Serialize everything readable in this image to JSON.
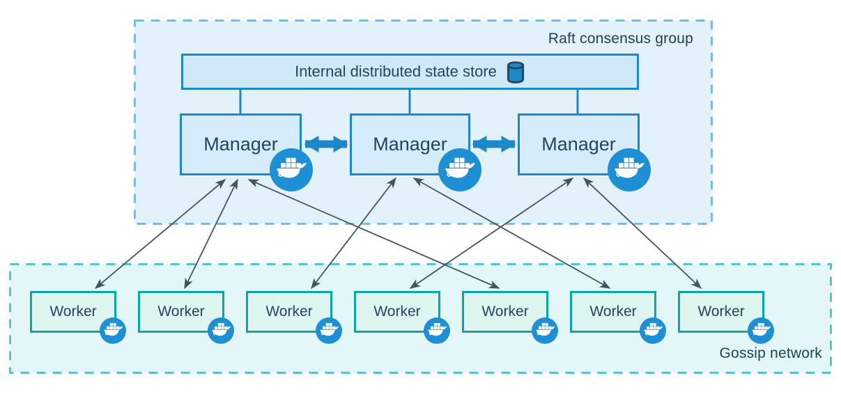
{
  "diagram": {
    "title_context": "Docker swarm mode architecture",
    "raft_group": {
      "label": "Raft consensus group"
    },
    "state_store": {
      "label": "Internal distributed state store",
      "icon": "database-cylinder-icon"
    },
    "managers": [
      {
        "label": "Manager",
        "badge_icon": "docker-whale-icon"
      },
      {
        "label": "Manager",
        "badge_icon": "docker-whale-icon"
      },
      {
        "label": "Manager",
        "badge_icon": "docker-whale-icon"
      }
    ],
    "workers": [
      {
        "label": "Worker",
        "badge_icon": "docker-whale-icon"
      },
      {
        "label": "Worker",
        "badge_icon": "docker-whale-icon"
      },
      {
        "label": "Worker",
        "badge_icon": "docker-whale-icon"
      },
      {
        "label": "Worker",
        "badge_icon": "docker-whale-icon"
      },
      {
        "label": "Worker",
        "badge_icon": "docker-whale-icon"
      },
      {
        "label": "Worker",
        "badge_icon": "docker-whale-icon"
      },
      {
        "label": "Worker",
        "badge_icon": "docker-whale-icon"
      }
    ],
    "gossip_network": {
      "label": "Gossip network"
    },
    "colors": {
      "raft_box_fill": "#e3f1fb",
      "raft_box_dash": "#7cb9db",
      "gossip_box_fill": "#e3f7f8",
      "gossip_box_dash": "#54c5cc",
      "blue_node_border": "#1e87c8",
      "blue_node_fill": "#d5ecfa",
      "store_fill": "#cfe9f8",
      "teal_node_border": "#0da4a6",
      "teal_node_fill": "#def5f1",
      "docker_badge_blue": "#1e8fd4",
      "thick_arrow_blue": "#1e87c8",
      "thin_arrow_slate": "#42545f",
      "text_navy": "#24455e"
    },
    "edges": {
      "store_to_managers": [
        [
          345,
          129,
          345,
          163
        ],
        [
          588,
          129,
          588,
          163
        ],
        [
          829,
          129,
          829,
          163
        ]
      ],
      "manager_peer_links": [
        [
          438,
          207,
          498,
          207
        ],
        [
          679,
          207,
          739,
          207
        ]
      ],
      "manager_worker_links": [
        {
          "from": "manager-1",
          "to": "worker-1",
          "points": [
            323,
            258,
            137,
            414
          ]
        },
        {
          "from": "manager-1",
          "to": "worker-2",
          "points": [
            341,
            258,
            265,
            414
          ]
        },
        {
          "from": "manager-1",
          "to": "worker-5",
          "points": [
            357,
            258,
            716,
            414
          ]
        },
        {
          "from": "manager-2",
          "to": "worker-3",
          "points": [
            568,
            256,
            447,
            414
          ]
        },
        {
          "from": "manager-2",
          "to": "worker-6",
          "points": [
            594,
            256,
            875,
            414
          ]
        },
        {
          "from": "manager-3",
          "to": "worker-4",
          "points": [
            822,
            256,
            589,
            414
          ]
        },
        {
          "from": "manager-3",
          "to": "worker-7",
          "points": [
            838,
            256,
            1006,
            414
          ]
        }
      ]
    }
  }
}
